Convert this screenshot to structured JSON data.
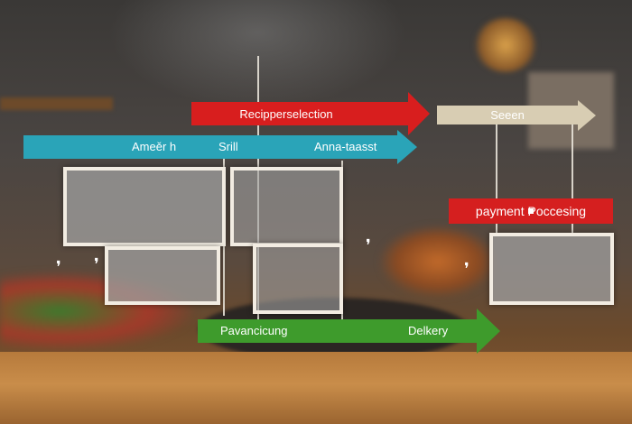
{
  "arrows": {
    "recipe_selection": {
      "label": "Recipperselection",
      "color": "#d81e1e"
    },
    "research_bar": {
      "label_left": "Ameěr h",
      "label_mid": "Srill",
      "label_right": "Anna-taasst",
      "color": "#2aa4b8"
    },
    "seen": {
      "label": "Seeen",
      "color": "#d8cdb3"
    },
    "payment": {
      "label": "payment Poccesing",
      "color": "#d51f1f"
    },
    "delivery_bar": {
      "label_left": "Pavancicung",
      "label_right": "Delkery",
      "color": "#3e9b2c"
    }
  }
}
